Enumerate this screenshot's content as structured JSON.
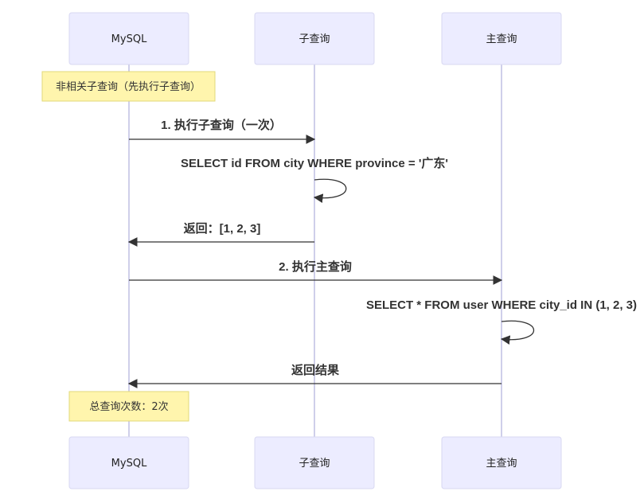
{
  "participants": {
    "mysql": "MySQL",
    "subquery": "子查询",
    "mainquery": "主查询"
  },
  "notes": {
    "top": "非相关子查询（先执行子查询）",
    "bottom": "总查询次数：2次"
  },
  "messages": {
    "m1": "1. 执行子查询（一次）",
    "m1_self": "SELECT id FROM city WHERE province = '广东'",
    "m2": "返回：[1, 2, 3]",
    "m3": "2. 执行主查询",
    "m3_self": "SELECT * FROM user WHERE city_id IN (1, 2, 3)",
    "m4": "返回结果"
  },
  "colors": {
    "actor_fill": "#ECECFF",
    "note_fill": "#FFF5AD",
    "line": "#333333"
  }
}
